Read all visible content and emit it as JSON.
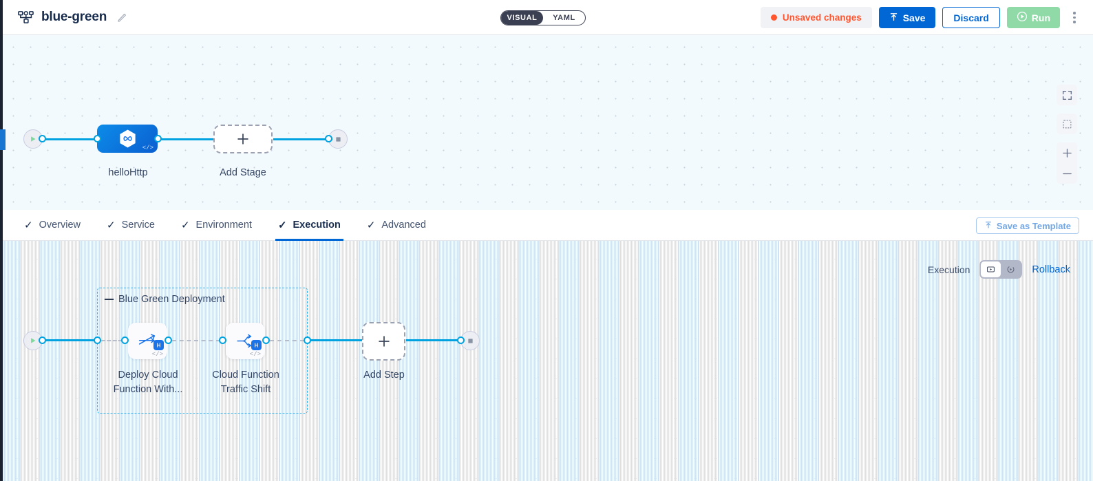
{
  "header": {
    "pipeline_icon": "pipeline-nodes-icon",
    "title": "blue-green",
    "edit_icon": "pencil-icon",
    "view_toggle": {
      "options": [
        "VISUAL",
        "YAML"
      ],
      "selected": "VISUAL"
    },
    "unsaved_label": "Unsaved changes",
    "save_label": "Save",
    "discard_label": "Discard",
    "run_label": "Run",
    "more_menu_icon": "kebab-menu-icon"
  },
  "colors": {
    "accent_blue": "#0067d5",
    "edge_blue": "#00a3e0",
    "warning_orange": "#ff5630",
    "run_green": "#8fdaa7",
    "node_blue": "#0b5fd0",
    "group_dash": "#35b3ea"
  },
  "top_canvas": {
    "start_node_icon": "play-icon",
    "end_node_icon": "stop-icon",
    "stage": {
      "label": "helloHttp",
      "icon": "hexagon-infinity-icon",
      "code_badge": "</>"
    },
    "add_stage": {
      "label": "Add Stage",
      "icon": "plus-icon"
    }
  },
  "canvas_controls": [
    {
      "name": "fullscreen-icon",
      "label": "Fullscreen"
    },
    {
      "name": "fit-to-screen-icon",
      "label": "Fit to screen"
    },
    {
      "name": "zoom-in-icon",
      "label": "Zoom in"
    },
    {
      "name": "zoom-out-icon",
      "label": "Zoom out"
    }
  ],
  "tabs": [
    {
      "label": "Overview",
      "active": false,
      "check": "✓"
    },
    {
      "label": "Service",
      "active": false,
      "check": "✓"
    },
    {
      "label": "Environment",
      "active": false,
      "check": "✓"
    },
    {
      "label": "Execution",
      "active": true,
      "check": "✓"
    },
    {
      "label": "Advanced",
      "active": false,
      "check": "✓"
    }
  ],
  "save_as_template": {
    "label": "Save as Template",
    "icon": "upload-template-icon"
  },
  "execution_bar": {
    "label": "Execution",
    "toggle_options": [
      {
        "icon": "execution-view-icon",
        "selected": true
      },
      {
        "icon": "rollback-view-icon",
        "selected": false
      }
    ],
    "rollback_label": "Rollback"
  },
  "bottom_canvas": {
    "start_node_icon": "play-icon",
    "end_node_icon": "stop-icon",
    "group": {
      "title": "Blue Green Deployment",
      "steps": [
        {
          "label": "Deploy Cloud Function With...",
          "label_lines": [
            "Deploy Cloud",
            "Function With..."
          ],
          "icon": "deploy-function-icon",
          "badge": "harness-step-badge",
          "code_badge": "</>"
        },
        {
          "label": "Cloud Function Traffic Shift",
          "label_lines": [
            "Cloud Function",
            "Traffic Shift"
          ],
          "icon": "traffic-shift-icon",
          "badge": "harness-step-badge",
          "code_badge": "</>"
        }
      ]
    },
    "add_step": {
      "label": "Add Step",
      "icon": "plus-icon"
    }
  }
}
